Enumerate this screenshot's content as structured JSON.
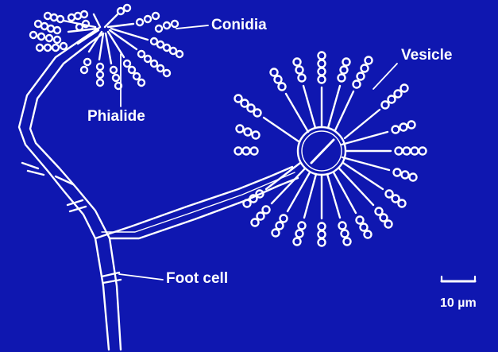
{
  "labels": {
    "conidia": "Conidia",
    "phialide": "Phialide",
    "vesicle": "Vesicle",
    "foot_cell": "Foot cell",
    "scale_bar": "10 µm"
  },
  "colors": {
    "background": "#0f17b0",
    "ink": "#ffffff"
  }
}
